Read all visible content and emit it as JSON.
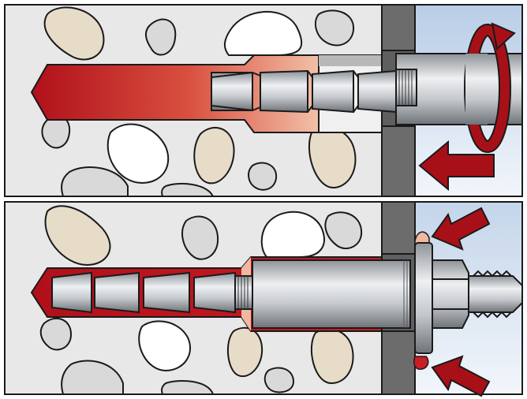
{
  "diagram": {
    "panels": [
      {
        "id": "installation",
        "stage": 1,
        "motion": [
          "rotation",
          "insertion"
        ]
      },
      {
        "id": "setting",
        "stage": 2,
        "motion": [
          "mortar-overflow"
        ]
      }
    ],
    "colors": {
      "background": "#ffffff",
      "concrete": "#e8e8e8",
      "aggregate_beige": "#e6dcc8",
      "aggregate_white": "#ffffff",
      "aggregate_grey": "#d9d9d9",
      "mortar_red": "#b5121b",
      "mortar_light": "#f0b8a0",
      "steel": "#c8ccd0",
      "steel_dark": "#8a8f94",
      "fixture": "#5a5a5a",
      "air": "#dce6f2",
      "outline": "#1a1a1a",
      "arrow": "#a81018"
    },
    "icons": [
      "rotation-arrow-icon",
      "push-arrow-icon",
      "inward-arrow-icon"
    ]
  }
}
